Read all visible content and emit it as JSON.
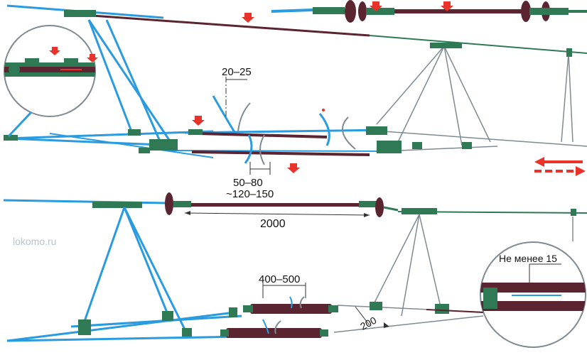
{
  "watermark": "lokomo.ru",
  "dimensions": {
    "angle": "20–25",
    "gap_short": "50–80",
    "gap_long": "~120–150",
    "span": "2000",
    "overlap": "400–500",
    "offset": "200",
    "clearance_label": "Не менее 15"
  },
  "colors": {
    "wire_blue": "#2b9be0",
    "wire_gray": "#7f8a92",
    "fitting_green": "#2f7a55",
    "insulator_dark": "#5a2530",
    "marker_red": "#e8322a"
  },
  "icons": {
    "position_marker": "red-down-arrow-icon",
    "direction_marker": "red-left-arrow-icon"
  }
}
